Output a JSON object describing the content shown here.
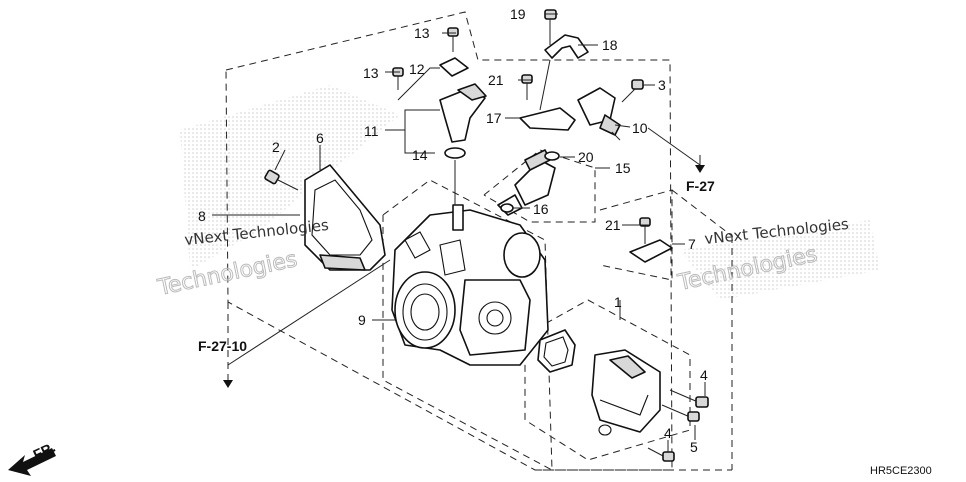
{
  "diagram": {
    "callouts": [
      {
        "id": "c1",
        "label": "1"
      },
      {
        "id": "c2",
        "label": "2"
      },
      {
        "id": "c3",
        "label": "3"
      },
      {
        "id": "c4a",
        "label": "4"
      },
      {
        "id": "c4b",
        "label": "4"
      },
      {
        "id": "c5",
        "label": "5"
      },
      {
        "id": "c6",
        "label": "6"
      },
      {
        "id": "c7",
        "label": "7"
      },
      {
        "id": "c8",
        "label": "8"
      },
      {
        "id": "c9",
        "label": "9"
      },
      {
        "id": "c10",
        "label": "10"
      },
      {
        "id": "c11",
        "label": "11"
      },
      {
        "id": "c12",
        "label": "12"
      },
      {
        "id": "c13a",
        "label": "13"
      },
      {
        "id": "c13b",
        "label": "13"
      },
      {
        "id": "c14",
        "label": "14"
      },
      {
        "id": "c15",
        "label": "15"
      },
      {
        "id": "c16",
        "label": "16"
      },
      {
        "id": "c17",
        "label": "17"
      },
      {
        "id": "c18",
        "label": "18"
      },
      {
        "id": "c19",
        "label": "19"
      },
      {
        "id": "c20",
        "label": "20"
      },
      {
        "id": "c21a",
        "label": "21"
      },
      {
        "id": "c21b",
        "label": "21"
      }
    ],
    "references": {
      "f27": "F-27",
      "f2710": "F-27-10"
    },
    "direction_label": "FR.",
    "diagram_code": "HR5CE2300",
    "watermarks": {
      "small": "vNext Technologies",
      "big": "Technologies"
    }
  }
}
